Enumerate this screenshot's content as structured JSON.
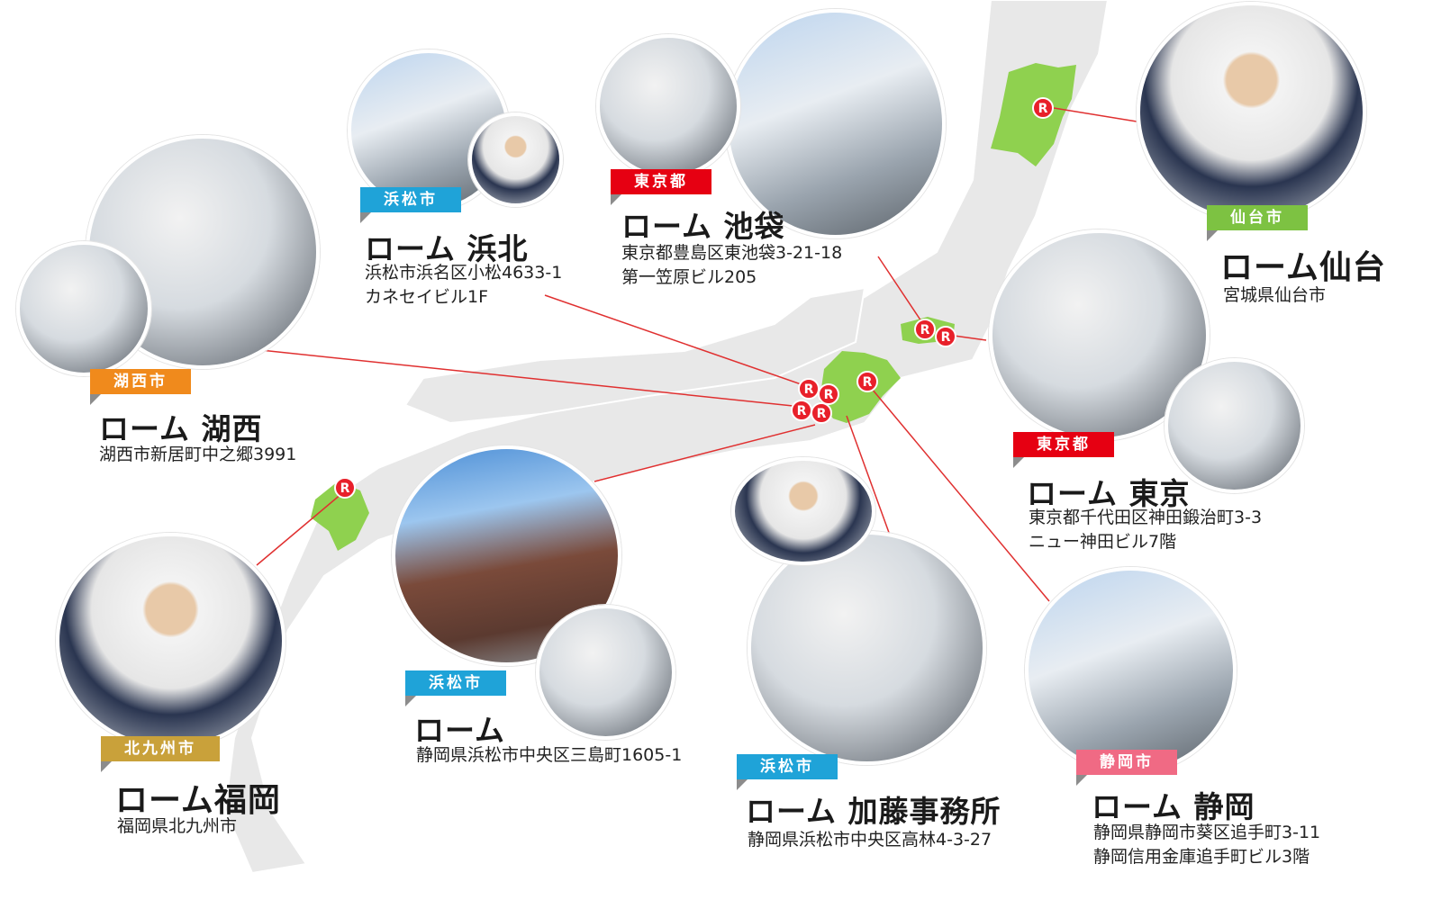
{
  "marker_letter": "R",
  "colors": {
    "land": "#e6e6e6",
    "highlight": "#8fd14f",
    "marker": "#e8202a",
    "line": "#e03030"
  },
  "offices": {
    "kosai": {
      "tag": "湖西市",
      "tag_color": "#f08a1c",
      "name": "ローム 湖西",
      "address": [
        "湖西市新居町中之郷3991"
      ]
    },
    "hamakita": {
      "tag": "浜松市",
      "tag_color": "#1fa3d8",
      "name": "ローム 浜北",
      "address": [
        "浜松市浜名区小松4633-1",
        "カネセイビル1F"
      ]
    },
    "ikebukuro": {
      "tag": "東京都",
      "tag_color": "#e60012",
      "name": "ローム 池袋",
      "address": [
        "東京都豊島区東池袋3-21-18",
        "第一笠原ビル205"
      ]
    },
    "sendai": {
      "tag": "仙台市",
      "tag_color": "#7dc242",
      "name": "ローム仙台",
      "address": [
        "宮城県仙台市"
      ]
    },
    "tokyo": {
      "tag": "東京都",
      "tag_color": "#e60012",
      "name": "ローム 東京",
      "address": [
        "東京都千代田区神田鍛治町3-3",
        "ニュー神田ビル7階"
      ]
    },
    "fukuoka": {
      "tag": "北九州市",
      "tag_color": "#c9a13a",
      "name": "ローム福岡",
      "address": [
        "福岡県北九州市"
      ]
    },
    "hamamatsu": {
      "tag": "浜松市",
      "tag_color": "#1fa3d8",
      "name": "ローム",
      "address": [
        "静岡県浜松市中央区三島町1605-1"
      ]
    },
    "kato": {
      "tag": "浜松市",
      "tag_color": "#1fa3d8",
      "name": "ローム 加藤事務所",
      "address": [
        "静岡県浜松市中央区高林4-3-27"
      ]
    },
    "shizuoka": {
      "tag": "静岡市",
      "tag_color": "#f06a84",
      "name": "ローム 静岡",
      "address": [
        "静岡県静岡市葵区追手町3-11",
        "静岡信用金庫追手町ビル3階"
      ]
    }
  }
}
